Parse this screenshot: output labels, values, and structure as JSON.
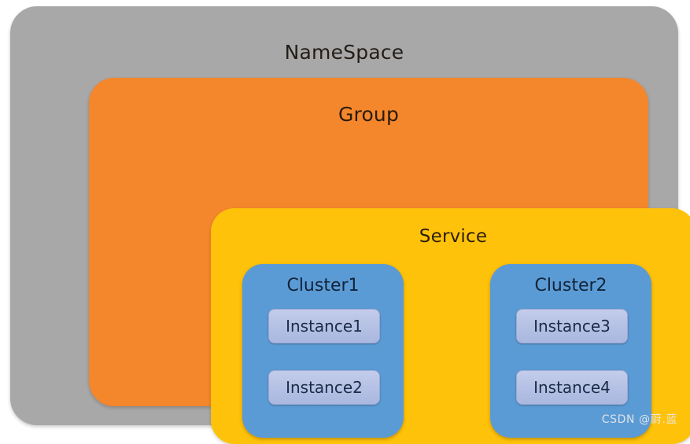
{
  "diagram": {
    "type": "nested-containment",
    "title": "NameSpace",
    "layers": [
      {
        "key": "namespace",
        "label": "NameSpace",
        "color": "#a8a8a8"
      },
      {
        "key": "group",
        "label": "Group",
        "color": "#f4862c"
      },
      {
        "key": "service",
        "label": "Service",
        "color": "#ffc20a"
      }
    ],
    "clusters": [
      {
        "label": "Cluster1",
        "color": "#5b9bd5",
        "instances": [
          {
            "label": "Instance1"
          },
          {
            "label": "Instance2"
          }
        ]
      },
      {
        "label": "Cluster2",
        "color": "#5b9bd5",
        "instances": [
          {
            "label": "Instance3"
          },
          {
            "label": "Instance4"
          }
        ]
      }
    ],
    "instance_color": "#b4c0e4"
  },
  "watermark": {
    "text": "CSDN @蔚.蓝"
  }
}
